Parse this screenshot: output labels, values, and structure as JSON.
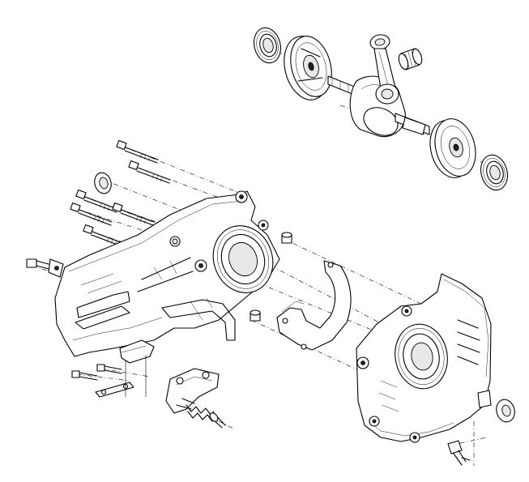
{
  "diagram": {
    "kind": "exploded-view-line-drawing",
    "colors": {
      "line": "#000000",
      "background": "#ffffff",
      "shade": "#e8e8e8"
    },
    "parts": [
      "crankshaft",
      "connecting-rod",
      "needle-bearing",
      "main-bearing",
      "flywheel-disc",
      "oil-seal",
      "crankcase-left-half",
      "crankcase-right-half",
      "crankcase-gasket",
      "cylinder-bolts",
      "dowel-pins",
      "oil-pump-assembly",
      "bracket-plate",
      "drain-screw"
    ]
  }
}
